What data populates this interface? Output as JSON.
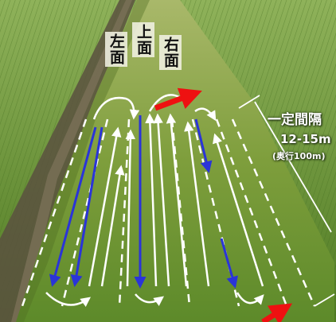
{
  "labels": {
    "left_face": "左面",
    "top_face": "上面",
    "right_face": "右面"
  },
  "spacing": {
    "title": "一定間隔",
    "range": "12-15m",
    "note": "(奥行100m)"
  },
  "colors": {
    "down_arrow": "#2a34d8",
    "up_arrow": "#ffffff",
    "direction_arrow": "#ee1111",
    "grass_field": "#5f8a2c",
    "levee": "#7fa03d"
  }
}
